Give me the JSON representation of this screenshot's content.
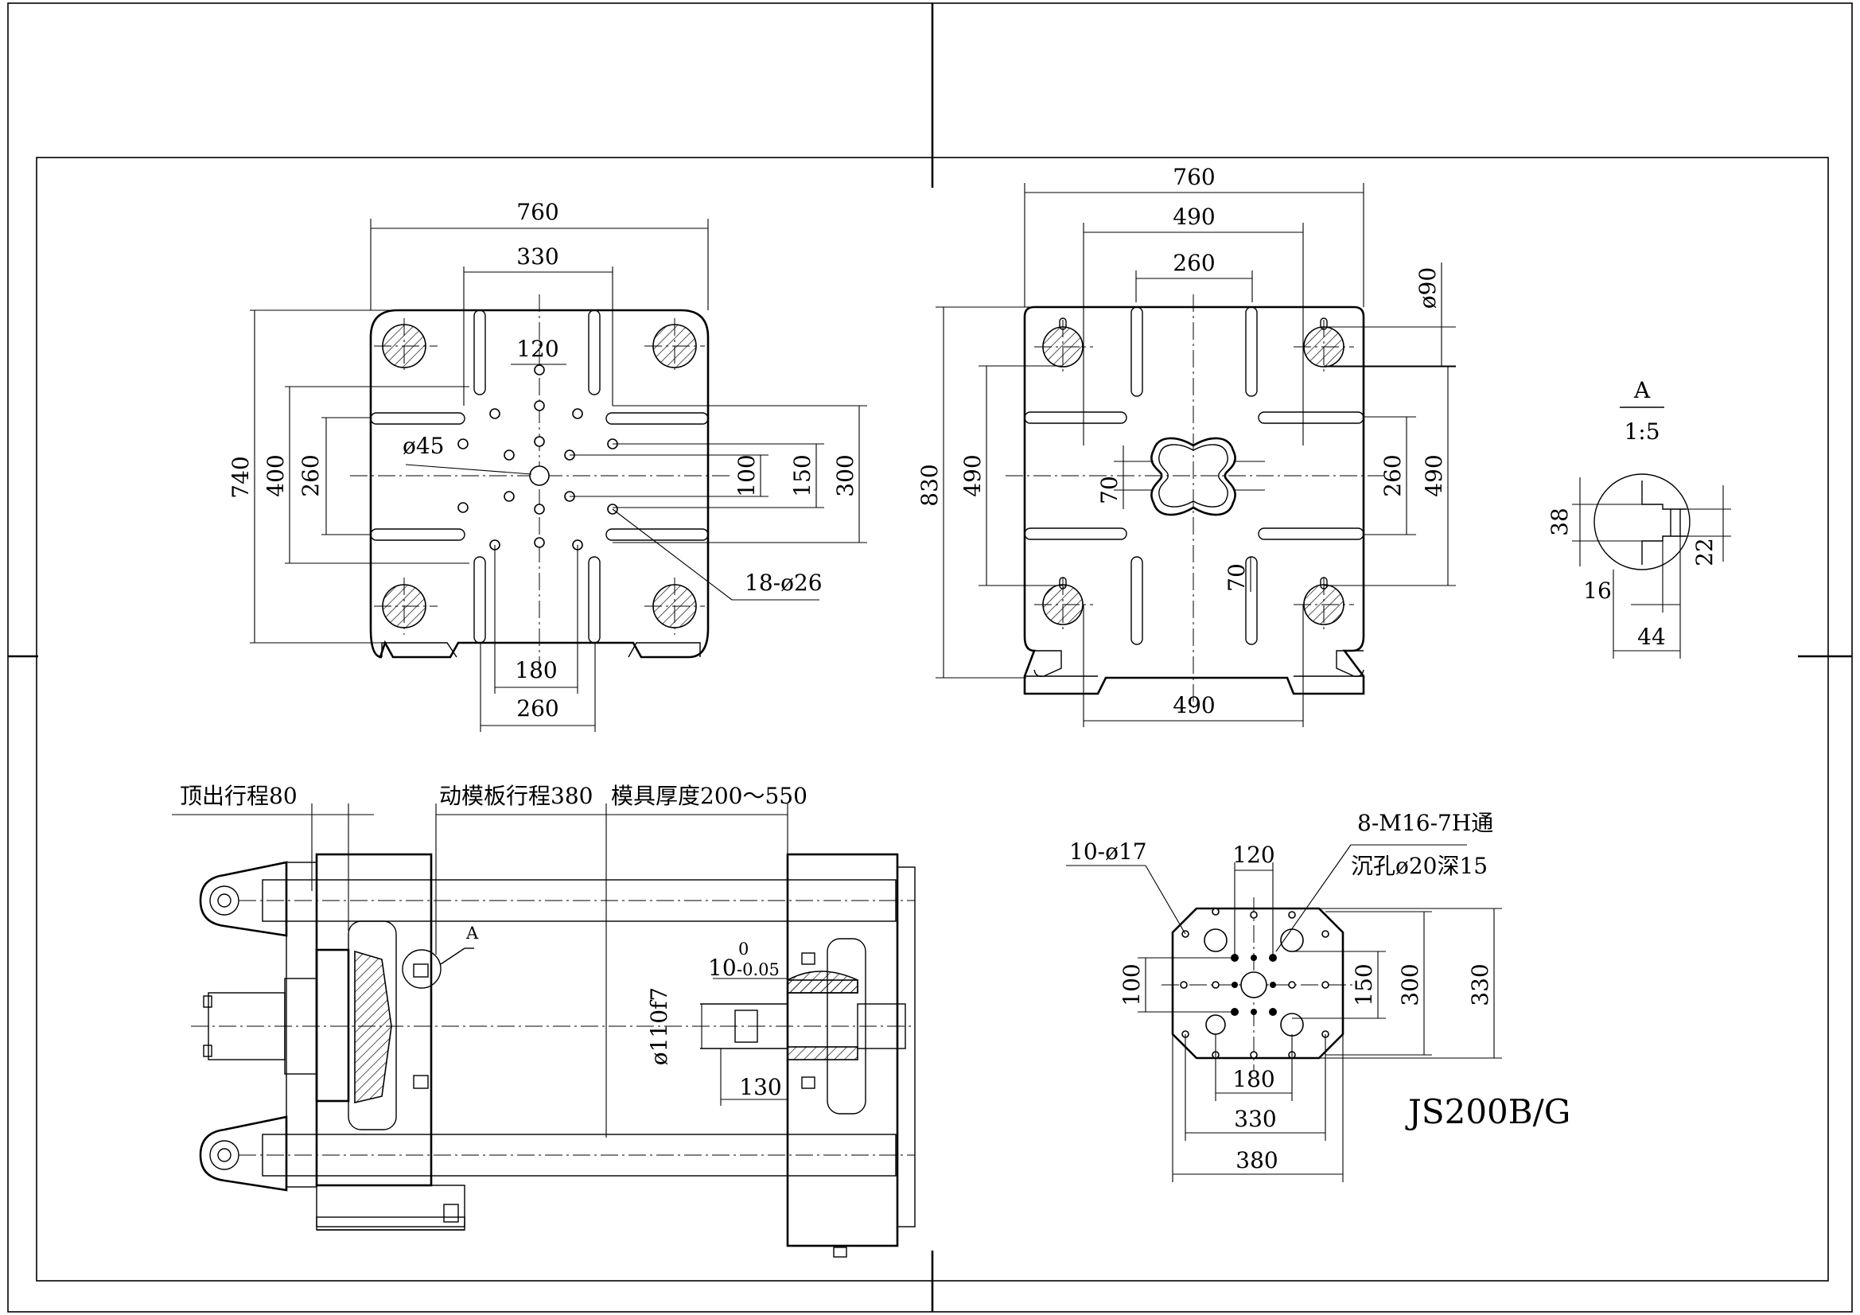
{
  "title_block": {
    "model": "JS200B/G"
  },
  "fixed_platen_view": {
    "dims": {
      "w760": "760",
      "w330": "330",
      "w120": "120",
      "h740": "740",
      "h400": "400",
      "h260": "260",
      "d45": "ø45",
      "h100": "100",
      "h150": "150",
      "h300": "300",
      "holes": "18-ø26",
      "w180": "180",
      "w260": "260"
    }
  },
  "moving_platen_view": {
    "dims": {
      "w760": "760",
      "w490": "490",
      "w260": "260",
      "d90": "ø90",
      "h830": "830",
      "h490": "490",
      "h70a": "70",
      "h70b": "70",
      "h260": "260",
      "h490r": "490",
      "w490b": "490"
    }
  },
  "detail_a": {
    "label": "A",
    "scale": "1:5",
    "d38": "38",
    "d22": "22",
    "d16": "16",
    "d44": "44"
  },
  "side_view": {
    "ejector_stroke": "顶出行程80",
    "platen_stroke": "动模板行程380",
    "mold_thickness": "模具厚度200～550",
    "section_mark": "A",
    "tol_main": "10",
    "tol_upper": "0",
    "tol_lower": "-0.05",
    "diameter": "ø110f7",
    "len130": "130"
  },
  "ejector_plate_view": {
    "dims": {
      "holes": "10-ø17",
      "thread": "8-M16-7H通",
      "counterbore": "沉孔ø20深15",
      "w120": "120",
      "h100": "100",
      "h150": "150",
      "h300": "300",
      "h330": "330",
      "w180": "180",
      "w330": "330",
      "w380": "380"
    }
  }
}
